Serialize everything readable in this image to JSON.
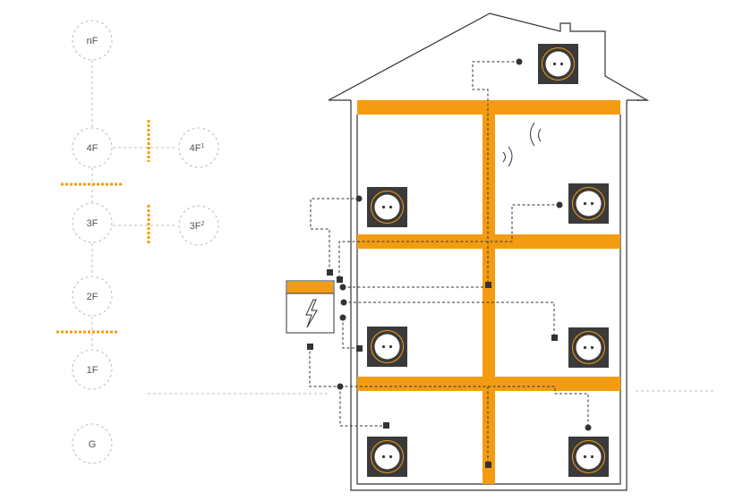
{
  "floors": [
    {
      "id": "nF",
      "label": "nF",
      "sup": ""
    },
    {
      "id": "4F",
      "label": "4F",
      "sup": ""
    },
    {
      "id": "4F1",
      "label": "4F",
      "sup": "1"
    },
    {
      "id": "3F",
      "label": "3F",
      "sup": ""
    },
    {
      "id": "3F2",
      "label": "3F",
      "sup": "2"
    },
    {
      "id": "2F",
      "label": "2F",
      "sup": ""
    },
    {
      "id": "1F",
      "label": "1F",
      "sup": ""
    },
    {
      "id": "G",
      "label": "G",
      "sup": ""
    }
  ],
  "colors": {
    "accent": "#f39c12",
    "dark": "#333333",
    "socket": "#3a3a3a",
    "guide": "#bdbdbd"
  },
  "icons": {
    "distribution_box": "lightning-icon",
    "outlet": "power-outlet-icon",
    "wireless": "wifi-signal-icon"
  }
}
